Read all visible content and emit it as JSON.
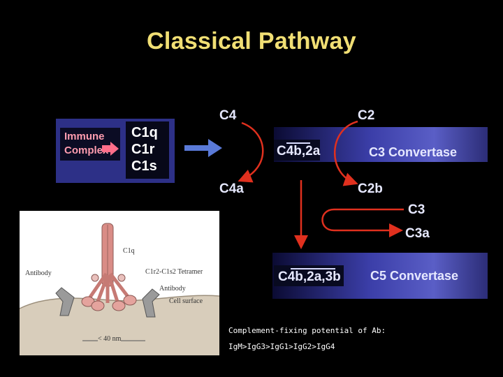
{
  "title": "Classical Pathway",
  "immune_complex": [
    "Immune",
    "Complex"
  ],
  "c1_components": [
    "C1q",
    "C1r",
    "C1s"
  ],
  "top_labels": {
    "c4": "C4",
    "c2": "C2",
    "c4a": "C4a",
    "c2b": "C2b"
  },
  "c3_convertase": {
    "name": "C4b,2a",
    "label": "C3 Convertase"
  },
  "c3": "C3",
  "c3a": "C3a",
  "c5_convertase": {
    "name": "C4b,2a,3b",
    "label": "C5 Convertase"
  },
  "photo_labels": {
    "c1q": "C1q",
    "tetramer": "C1r2-C1s2 Tetramer",
    "antibody_left": "Antibody",
    "antibody_right": "Antibody",
    "cell_surface": "Cell surface",
    "scale": "< 40 nm"
  },
  "notes": {
    "line1": "Complement-fixing potential of Ab:",
    "line2": "IgM>IgG3>IgG1>IgG2>IgG4"
  },
  "colors": {
    "title": "#f1df74",
    "arrow_red": "#e0301e",
    "arrow_blue": "#5a7ad8"
  }
}
